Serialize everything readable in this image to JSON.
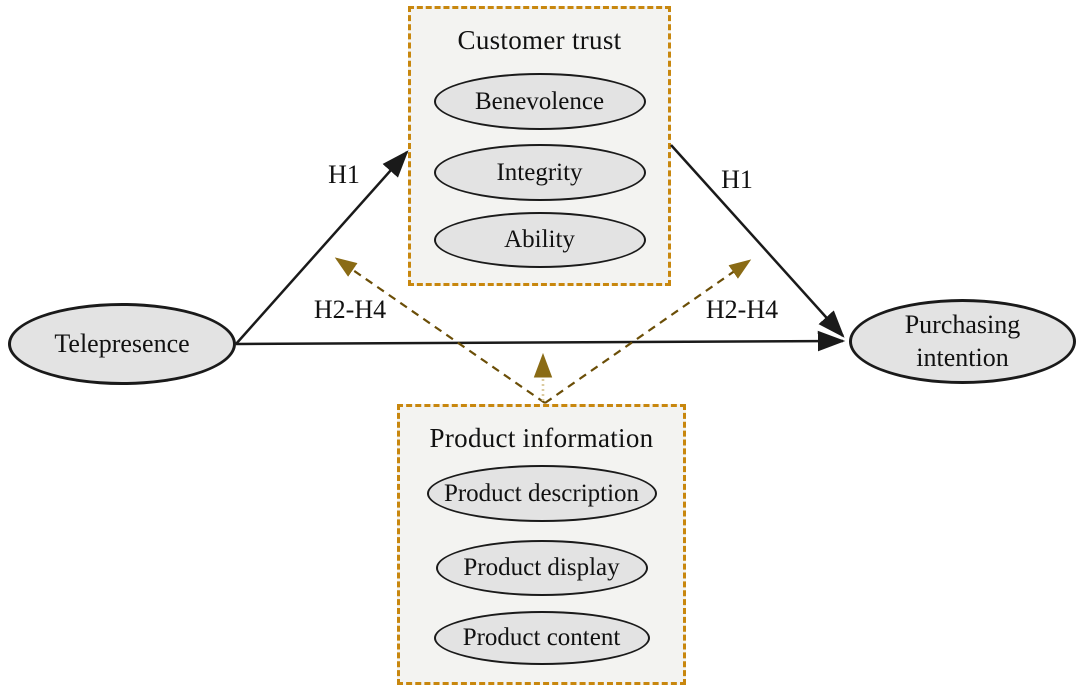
{
  "diagram": {
    "colors": {
      "box_fill": "#F3F3F1",
      "box_border": "#C8870E",
      "ellipse_fill": "#E3E3E3",
      "ellipse_border": "#1A1A1A",
      "line": "#1A1A1A",
      "mod_dash": "#6B4E07",
      "mod_dot": "#DCCBA0",
      "gold": "#8A6B15"
    },
    "nodes": {
      "telepresence": {
        "label": "Telepresence"
      },
      "purchasing_intention": {
        "label": "Purchasing intention"
      }
    },
    "groups": {
      "customer_trust": {
        "title": "Customer trust",
        "items": [
          "Benevolence",
          "Integrity",
          "Ability"
        ]
      },
      "product_information": {
        "title": "Product information",
        "items": [
          "Product description",
          "Product display",
          "Product content"
        ]
      }
    },
    "path_labels": {
      "h1_left": "H1",
      "h1_right": "H1",
      "h2h4_left": "H2-H4",
      "h2h4_right": "H2-H4"
    }
  }
}
